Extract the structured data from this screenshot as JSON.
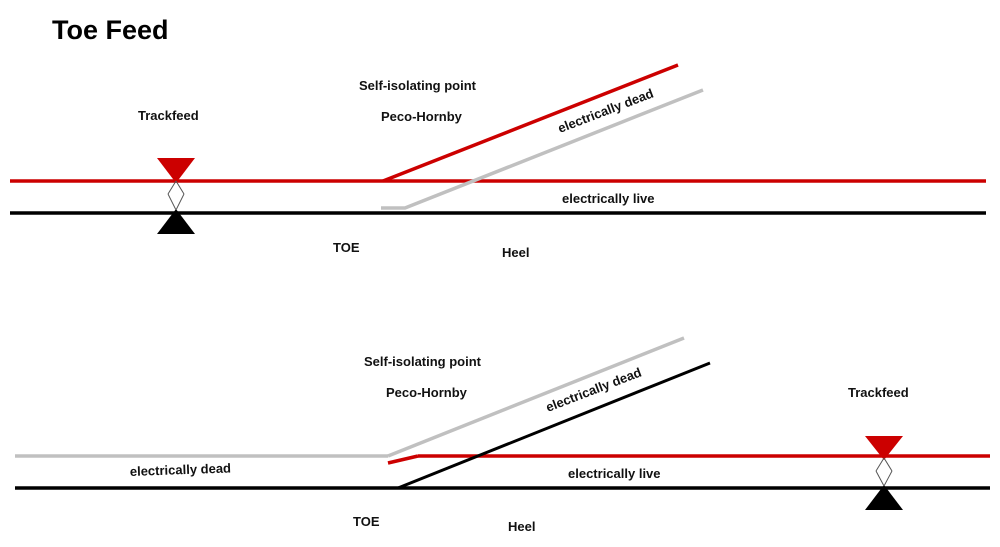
{
  "title": "Toe Feed",
  "colors": {
    "live_rail": "#cc0000",
    "neutral_rail": "#000000",
    "dead_rail": "#c0c0c0",
    "text": "#111111"
  },
  "top_diagram": {
    "trackfeed_label": "Trackfeed",
    "point_label": "Self-isolating  point",
    "maker_label": "Peco-Hornby",
    "dead_label": "electrically dead",
    "live_label": "electrically live",
    "toe_label": "TOE",
    "heel_label": "Heel"
  },
  "bottom_diagram": {
    "point_label": "Self-isolating  point",
    "maker_label": "Peco-Hornby",
    "dead_branch_label": "electrically dead",
    "dead_left_label": "electrically dead",
    "live_label": "electrically live",
    "trackfeed_label": "Trackfeed",
    "toe_label": "TOE",
    "heel_label": "Heel"
  }
}
